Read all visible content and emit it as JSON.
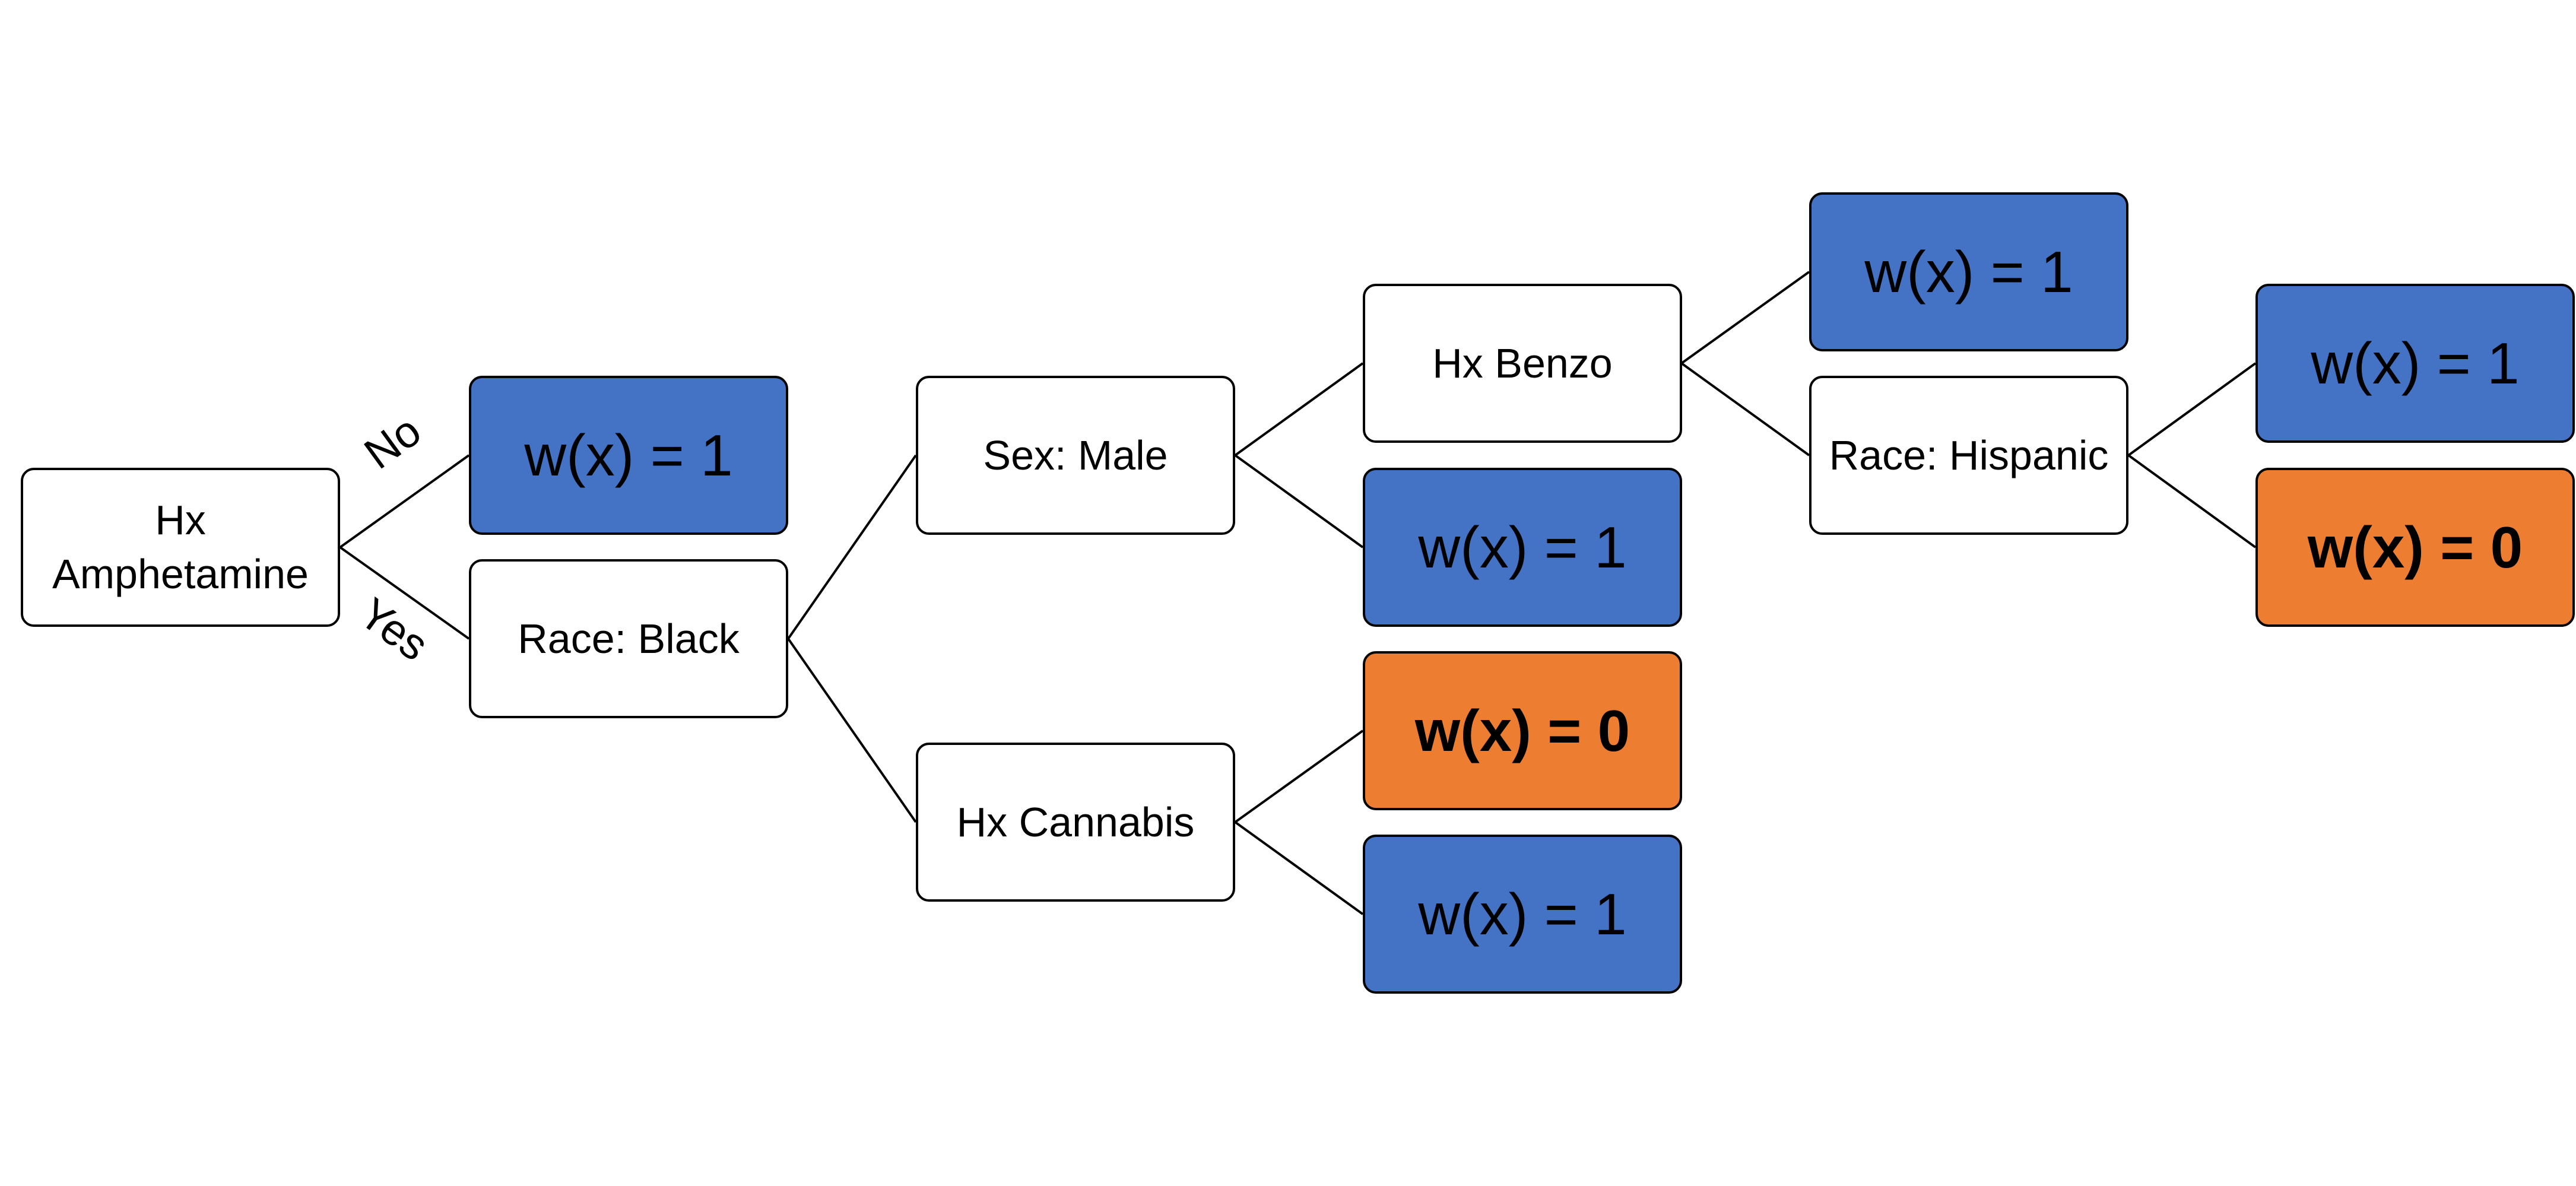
{
  "diagram": {
    "type": "decision-tree",
    "colors": {
      "leaf_one": "#4472c4",
      "leaf_zero": "#ed7d31",
      "decision": "#ffffff",
      "edge": "#000000"
    },
    "nodes": {
      "root_line1": "Hx",
      "root_line2": "Amphetamine",
      "race_black": "Race: Black",
      "sex_male": "Sex: Male",
      "hx_cannabis": "Hx Cannabis",
      "hx_benzo": "Hx Benzo",
      "race_hispanic": "Race: Hispanic"
    },
    "leaves": {
      "no_branch": "w(x) = 1",
      "sex_male_no": "w(x) = 1",
      "cannabis_yes": "w(x) = 0",
      "cannabis_no": "w(x) = 1",
      "benzo_yes": "w(x) = 1",
      "hispanic_yes": "w(x) = 1",
      "hispanic_no": "w(x) = 0"
    },
    "edge_labels": {
      "no": "No",
      "yes": "Yes"
    }
  }
}
